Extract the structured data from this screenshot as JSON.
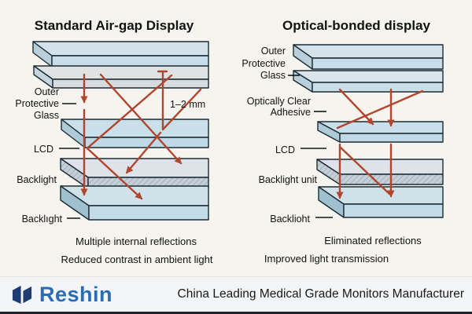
{
  "left_panel": {
    "title": "Standard Air-gap Display",
    "outer_glass_label": [
      "Outer",
      "Protective",
      "Glass"
    ],
    "gap_label": "1–2 mm",
    "lcd_label": "LCD",
    "backlight_label": "Backlight",
    "backlight_bottom_label": "Backlıght",
    "caption1": "Multiple internal reflections",
    "caption2": "Reduced contrast in ambient light"
  },
  "right_panel": {
    "title": "Optical-bonded display",
    "outer_glass_label": [
      "Outer",
      "Protective",
      "Glass"
    ],
    "adhesive_label": [
      "Optically Clear",
      "Adhesive"
    ],
    "lcd_label": "LCD",
    "backlight_label": "Backlight unit",
    "backlight_bottom_label": "Backlioht",
    "caption1": "Eliminated reflections",
    "caption2": "Improved light transmission"
  },
  "footer": {
    "brand": "Reshin",
    "tagline": "China Leading Medical Grade Monitors Manufacturer"
  },
  "colors": {
    "ray_red": "#b2452e",
    "brand_blue": "#2a6db5",
    "brand_navy": "#1e3c72"
  }
}
